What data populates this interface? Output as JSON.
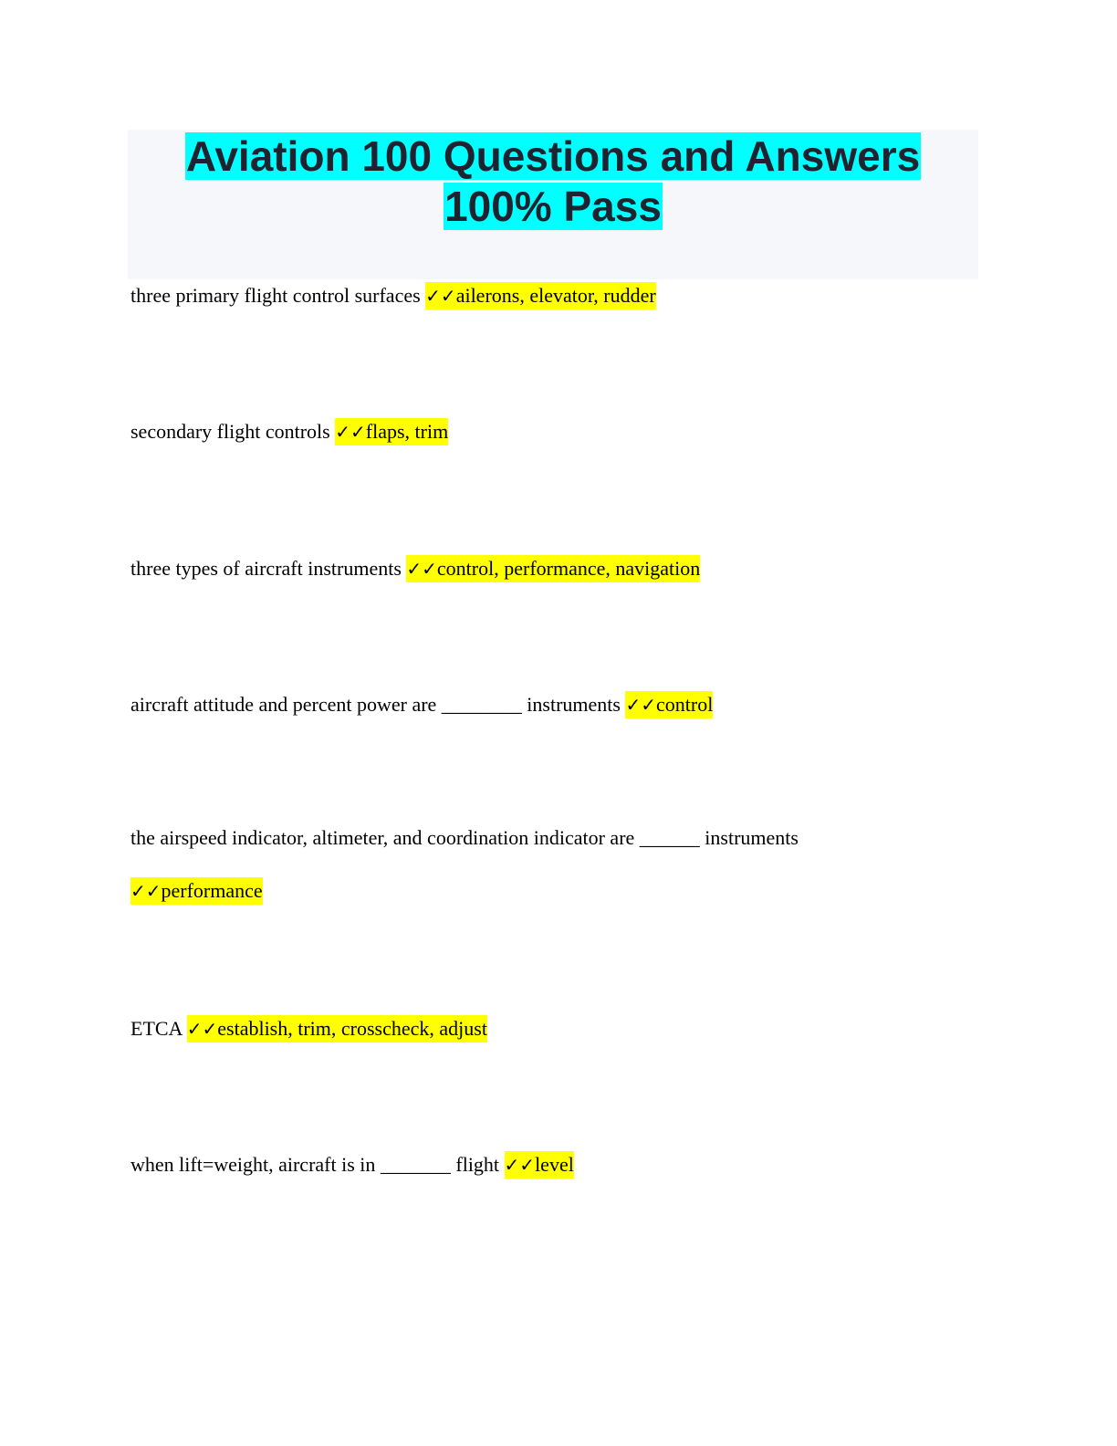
{
  "title": {
    "line1": "Aviation 100 Questions and Answers",
    "line2": "100% Pass"
  },
  "check_mark": "✓✓",
  "qa": [
    {
      "question": "three primary flight control surfaces",
      "answer": "ailerons, elevator, rudder"
    },
    {
      "question": "secondary flight controls",
      "answer": "flaps, trim"
    },
    {
      "question": "three types of aircraft instruments",
      "answer": "control, performance, navigation"
    },
    {
      "question": "aircraft attitude and percent power are ________ instruments",
      "answer": "control"
    },
    {
      "question": "the airspeed indicator, altimeter, and coordination indicator are ______ instruments",
      "answer": "performance"
    },
    {
      "question": "ETCA",
      "answer": "establish, trim, crosscheck, adjust"
    },
    {
      "question": "when lift=weight, aircraft is in _______ flight",
      "answer": "level"
    }
  ]
}
